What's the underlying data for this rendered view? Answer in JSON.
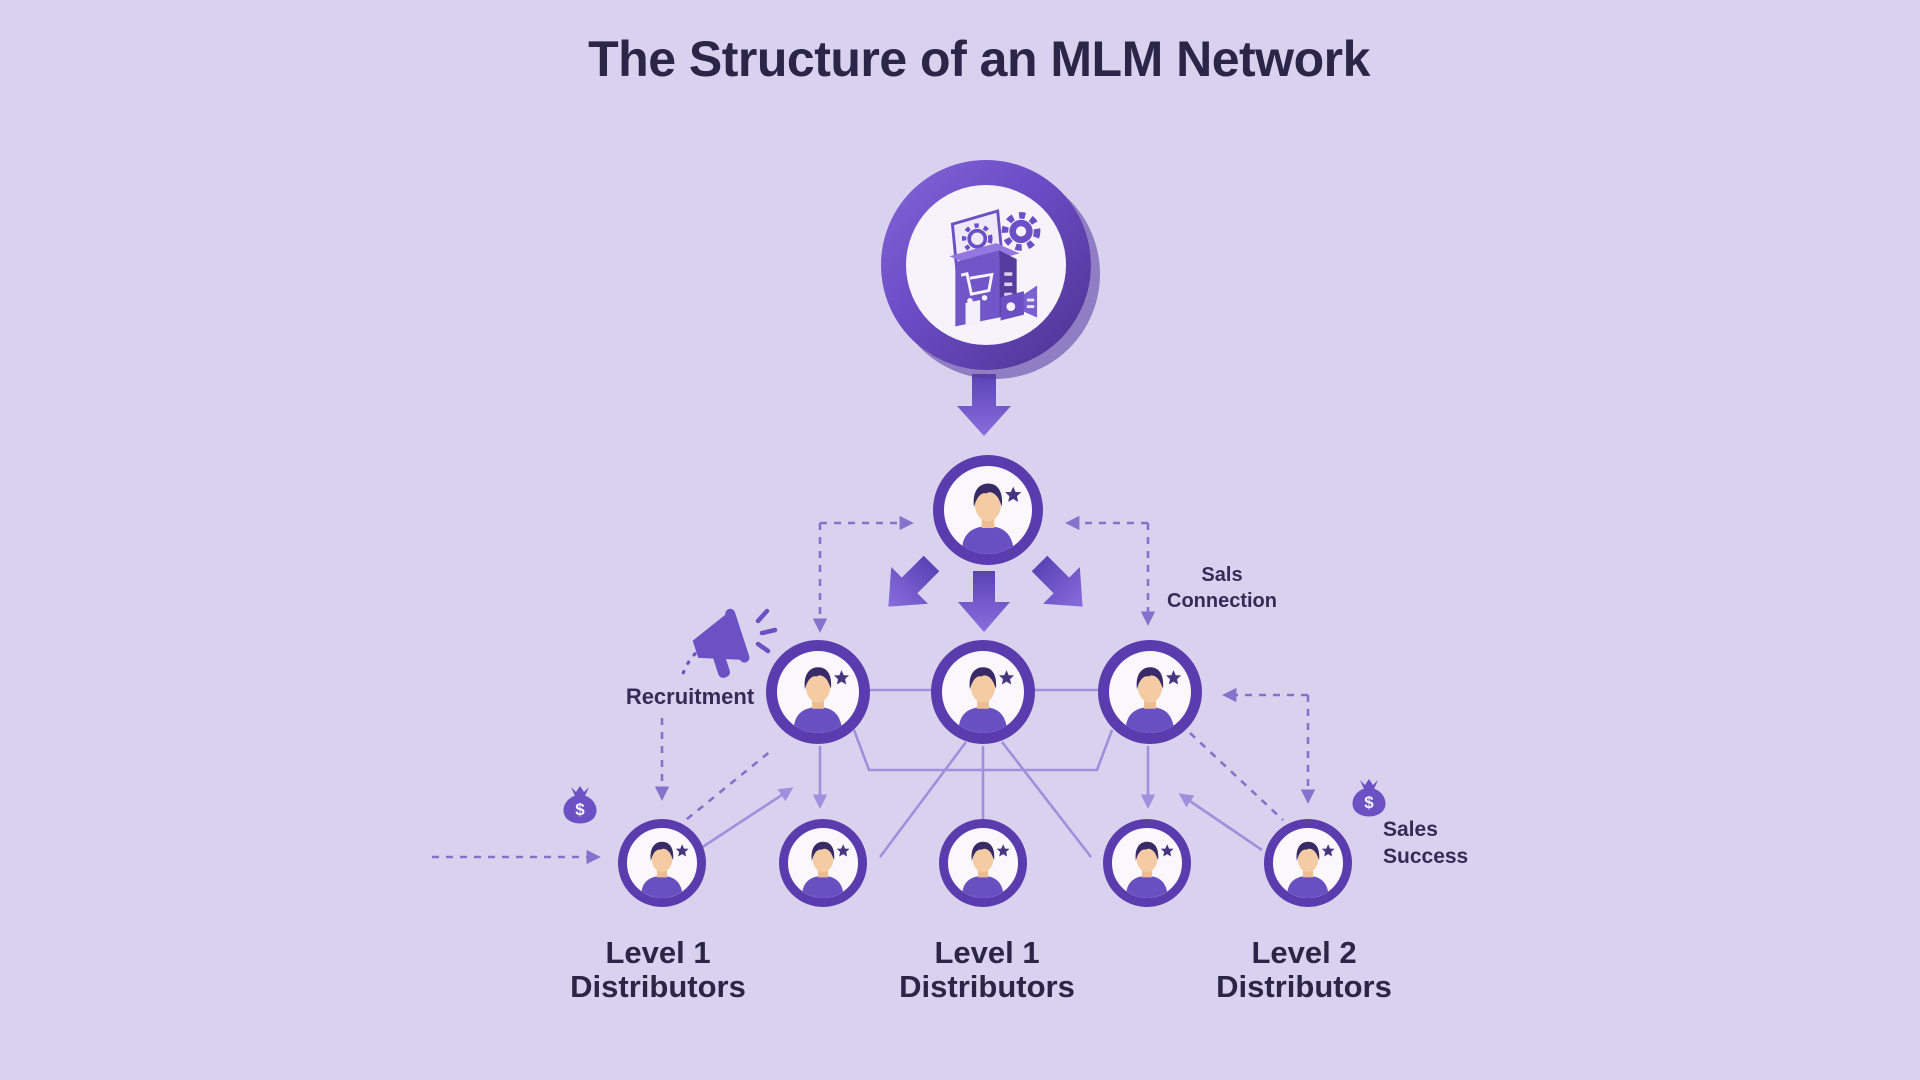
{
  "title": "The Structure of an MLM Network",
  "labels": {
    "recruitment": "Recruitment",
    "sals_connection": {
      "line1": "Sals",
      "line2": "Connection"
    },
    "sales_success": {
      "line1": "Sales",
      "line2": "Success"
    },
    "levels": [
      {
        "line1": "Level 1",
        "line2": "Distributors"
      },
      {
        "line1": "Level 1",
        "line2": "Distributors"
      },
      {
        "line1": "Level 2",
        "line2": "Distributors"
      }
    ],
    "money_symbol": "$"
  },
  "icons": {
    "badge": "store-network-icon",
    "arrow": "down-arrow-icon",
    "megaphone": "megaphone-icon",
    "money_bag": "money-bag-icon",
    "person": "distributor-person-icon",
    "star": "star-icon"
  },
  "colors": {
    "background": "#d9d2ef",
    "primary_purple": "#5a3cae",
    "arrow_purple": "#5a43b6",
    "arrow_light": "#8a6ddd",
    "dashed_connector": "#8373cc",
    "solid_connector": "#9f90de",
    "text_dark": "#2b2547",
    "shirt": "#6950c1",
    "hair": "#372a66",
    "face": "#f4cba3",
    "node_fill": "#faf8fd"
  }
}
